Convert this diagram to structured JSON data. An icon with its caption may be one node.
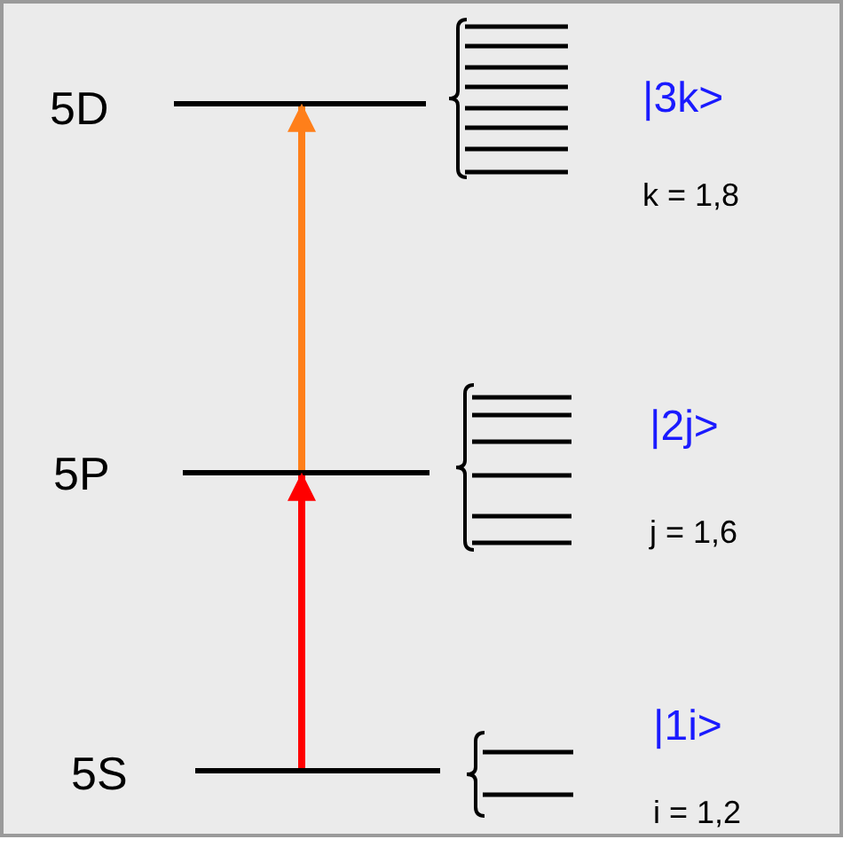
{
  "diagram": {
    "nodes": [
      {
        "text": [],
        "shape": "bar"
      },
      {
        "text": [],
        "shape": "bar"
      },
      {
        "text": [],
        "shape": "bar"
      }
    ],
    "edges": [
      {
        "from": 2,
        "to": 1,
        "arrow": "to",
        "color": "#ff0000"
      },
      {
        "from": 1,
        "to": 0,
        "arrow": "to",
        "color": "#ff7f1a"
      }
    ],
    "labels": [
      "5D",
      "|3k>",
      "k = 1,8",
      "5P",
      "|2j>",
      "j = 1,6",
      "5S",
      "|1i>",
      "i = 1,2"
    ]
  }
}
